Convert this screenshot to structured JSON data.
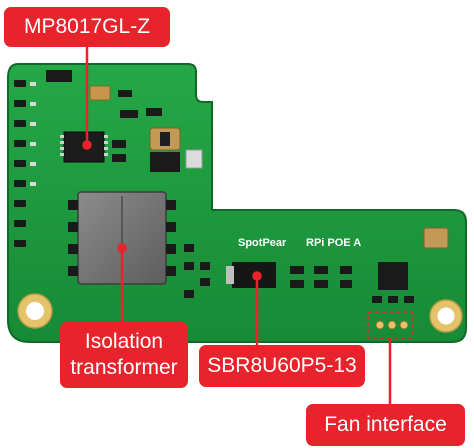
{
  "board": {
    "silkscreen_brand": "SpotPear",
    "silkscreen_model": "RPi POE A"
  },
  "callouts": {
    "mp8017": "MP8017GL-Z",
    "isolation_line1": "Isolation",
    "isolation_line2": "transformer",
    "sbr": "SBR8U60P5-13",
    "fan": "Fan interface"
  },
  "colors": {
    "pcb": "#1f9a3e",
    "pcb_dark": "#137a2d",
    "callout": "#e8232b",
    "leader": "#e8232b",
    "gold": "#e4c36b"
  }
}
